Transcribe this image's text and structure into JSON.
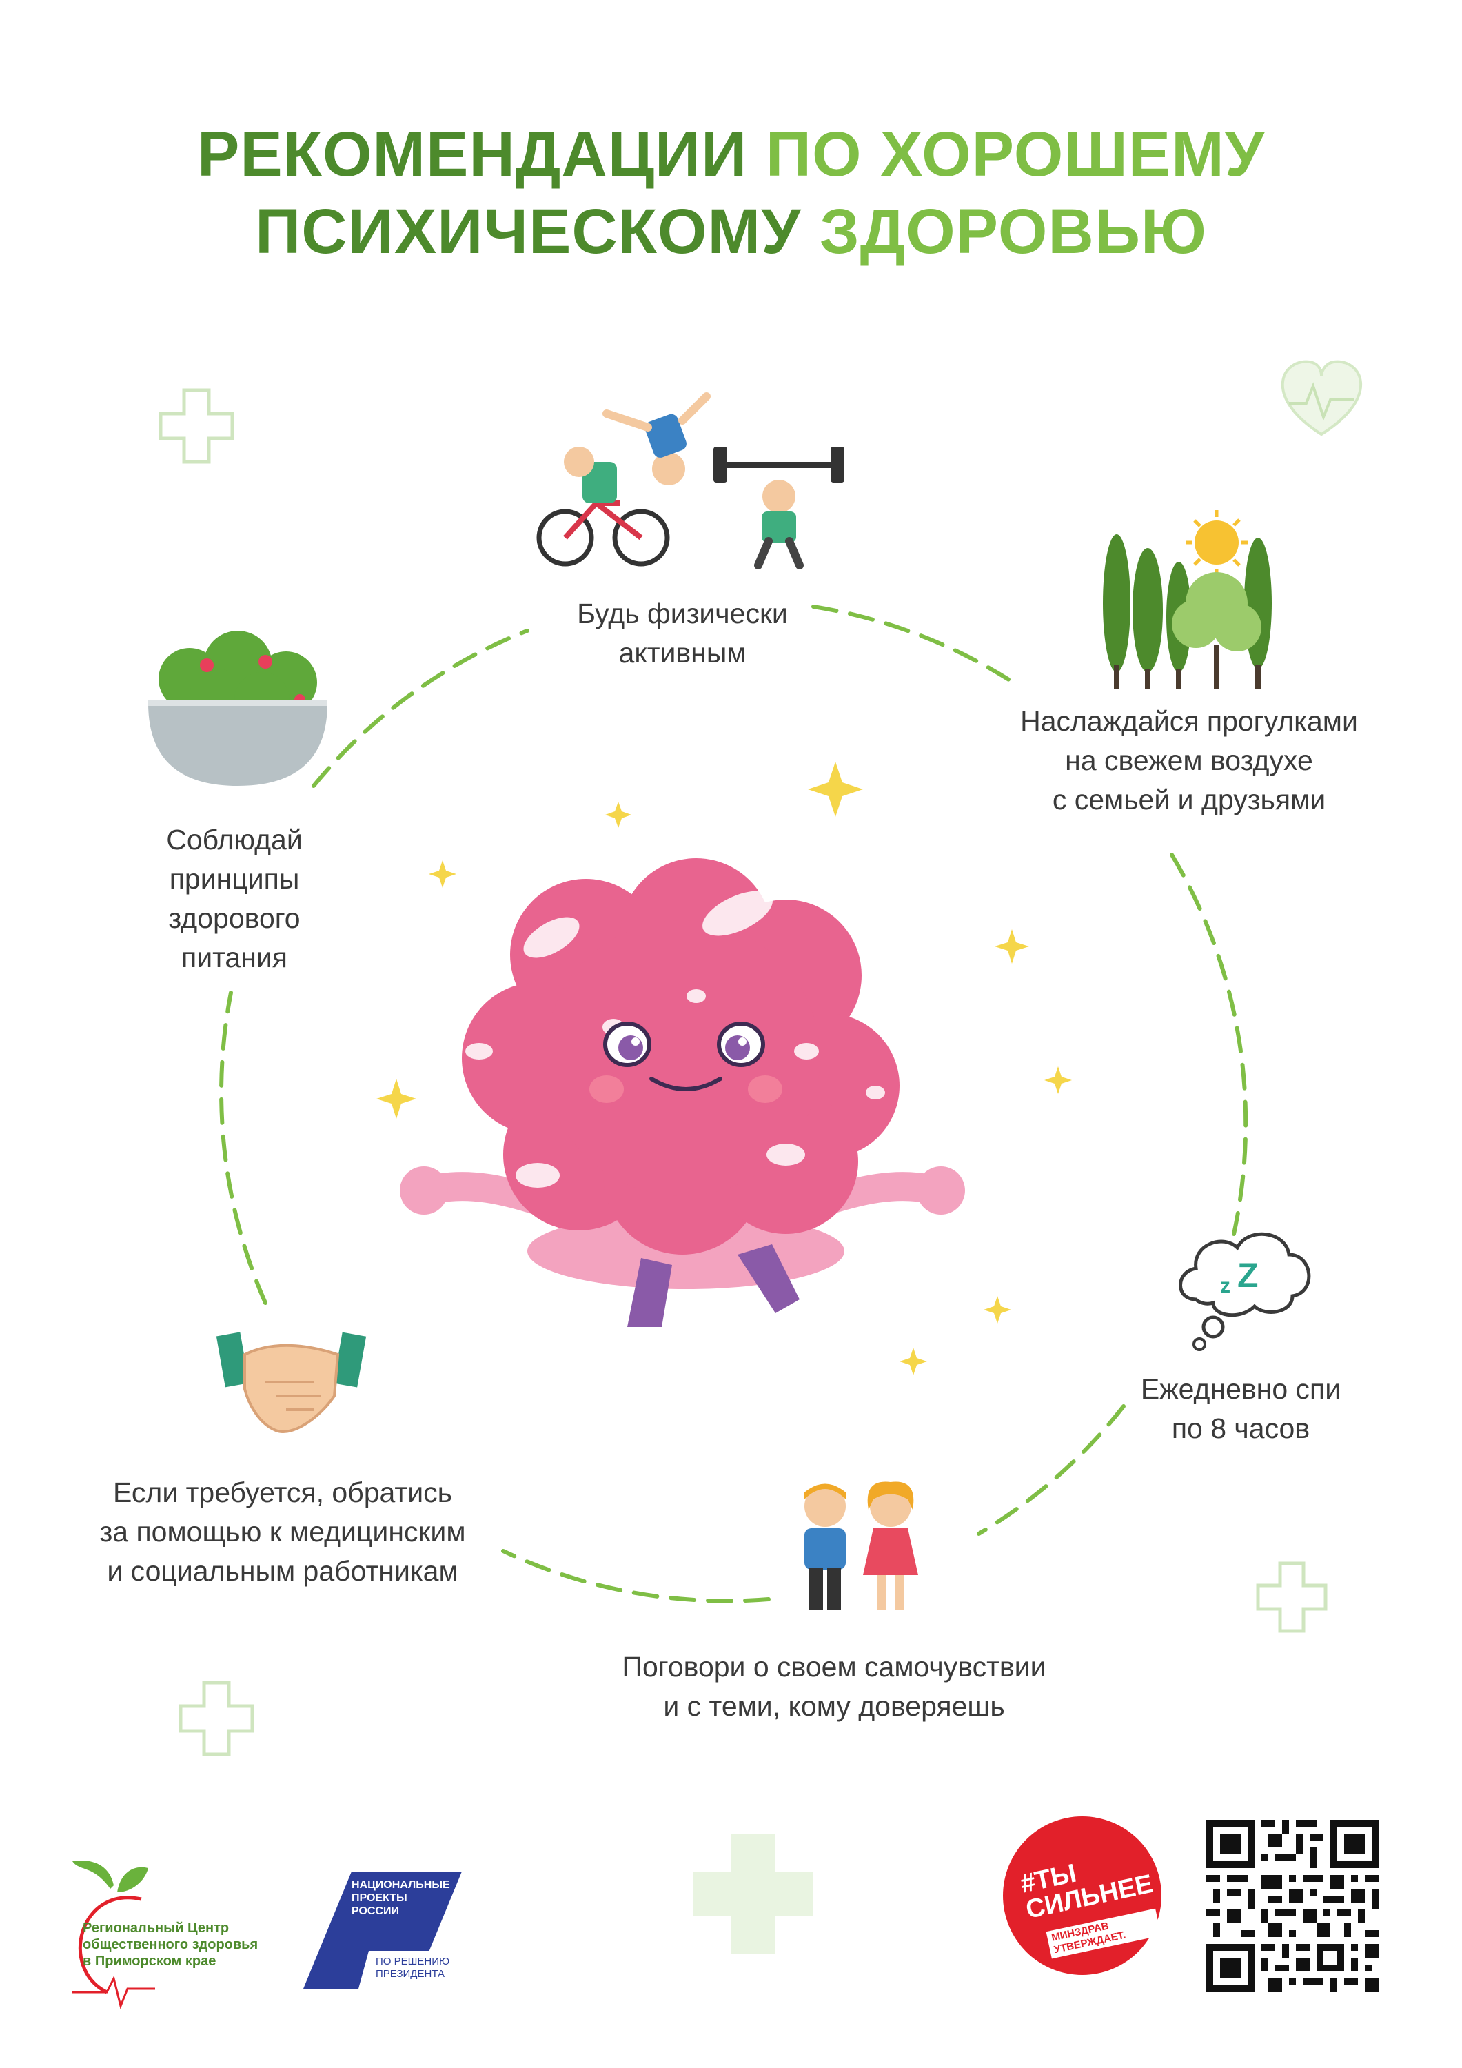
{
  "title": {
    "line1_part1": "РЕКОМЕНДАЦИИ ",
    "line1_part2": "ПО ХОРОШЕМУ",
    "line2_part1": "ПСИХИЧЕСКОМУ ",
    "line2_part2": "ЗДОРОВЬЮ"
  },
  "tips": {
    "activity": [
      "Будь физически",
      "активным"
    ],
    "walks": [
      "Наслаждайся прогулками",
      "на свежем воздухе",
      "с семьей и друзьями"
    ],
    "nutrition": [
      "Соблюдай",
      "принципы",
      "здорового",
      "питания"
    ],
    "sleep": [
      "Ежедневно спи",
      "по 8 часов"
    ],
    "help": [
      "Если требуется, обратись",
      "за помощью к медицинским",
      "и социальным работникам"
    ],
    "talk": [
      "Поговори о своем самочувствии",
      "и с теми, кому доверяешь"
    ]
  },
  "icons": {
    "sleep_bubble_text": "zZ"
  },
  "footer": {
    "center_logo": [
      "Региональный Центр",
      "общественного здоровья",
      "в Приморском крае"
    ],
    "national_projects": [
      "НАЦИОНАЛЬНЫЕ",
      "ПРОЕКТЫ",
      "РОССИИ"
    ],
    "national_projects_sub": [
      "ПО РЕШЕНИЮ",
      "ПРЕЗИДЕНТА"
    ],
    "campaign": [
      "#ТЫ",
      "СИЛЬНЕЕ",
      "МИНЗДРАВ",
      "УТВЕРЖДАЕТ."
    ]
  },
  "colors": {
    "title_dark": "#4d8a2c",
    "title_light": "#7fbe45",
    "dashed_circle": "#7fbe45",
    "brain": "#e8648f",
    "campaign_red": "#e2202a"
  }
}
